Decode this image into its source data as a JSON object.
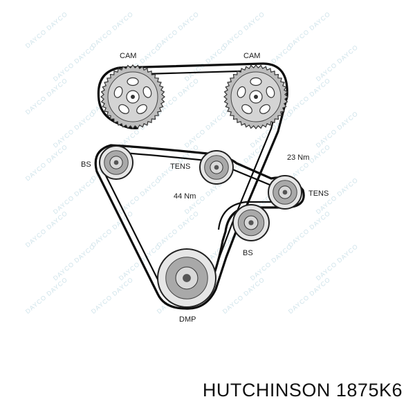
{
  "diagram": {
    "labels": {
      "cam_left": "CAM",
      "cam_right": "CAM",
      "bs_left": "BS",
      "tens_center": "TENS",
      "torque_44": "44 Nm",
      "torque_23": "23 Nm",
      "tens_right": "TENS",
      "bs_lower": "BS",
      "dmp": "DMP"
    },
    "watermark": "DAYCO",
    "colors": {
      "belt": "#0d0d0d",
      "pulley_outer": "#e6e6e6",
      "pulley_mid": "#a9a9a9",
      "hub": "#555555",
      "gear": "#bdbdbd"
    }
  },
  "caption": {
    "text": "HUTCHINSON 1875K6"
  }
}
